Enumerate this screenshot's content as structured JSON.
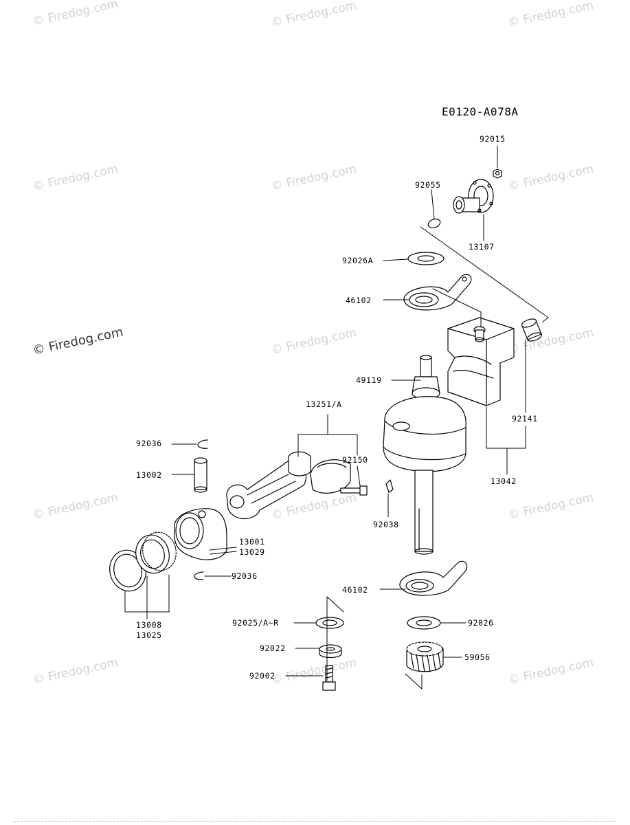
{
  "diagram_code": "E0120-A078A",
  "watermarks": [
    "© Firedog.com",
    "© Firedog.com",
    "© Firedog.com",
    "© Firedog.com",
    "© Firedog.com",
    "© Firedog.com",
    "© Firedog.com",
    "© Firedog.com",
    "© Firedog.com",
    "© Firedog.com",
    "© Firedog.com",
    "© Firedog.com",
    "© Firedog.com",
    "© Firedog.com",
    "© Firedog.com"
  ],
  "part_labels": {
    "p92015": "92015",
    "p92055": "92055",
    "p13107": "13107",
    "p92026A": "92026A",
    "p46102_top": "46102",
    "p49119": "49119",
    "p92141": "92141",
    "p13042": "13042",
    "p13251A": "13251/A",
    "p92036_top": "92036",
    "p92150": "92150",
    "p13002": "13002",
    "p92038": "92038",
    "p13001": "13001",
    "p13029": "13029",
    "p92036_bot": "92036",
    "p46102_bot": "46102",
    "p13008": "13008",
    "p13025": "13025",
    "p92025": "92025/A~R",
    "p92026": "92026",
    "p92022": "92022",
    "p59056": "59056",
    "p92002": "92002"
  }
}
